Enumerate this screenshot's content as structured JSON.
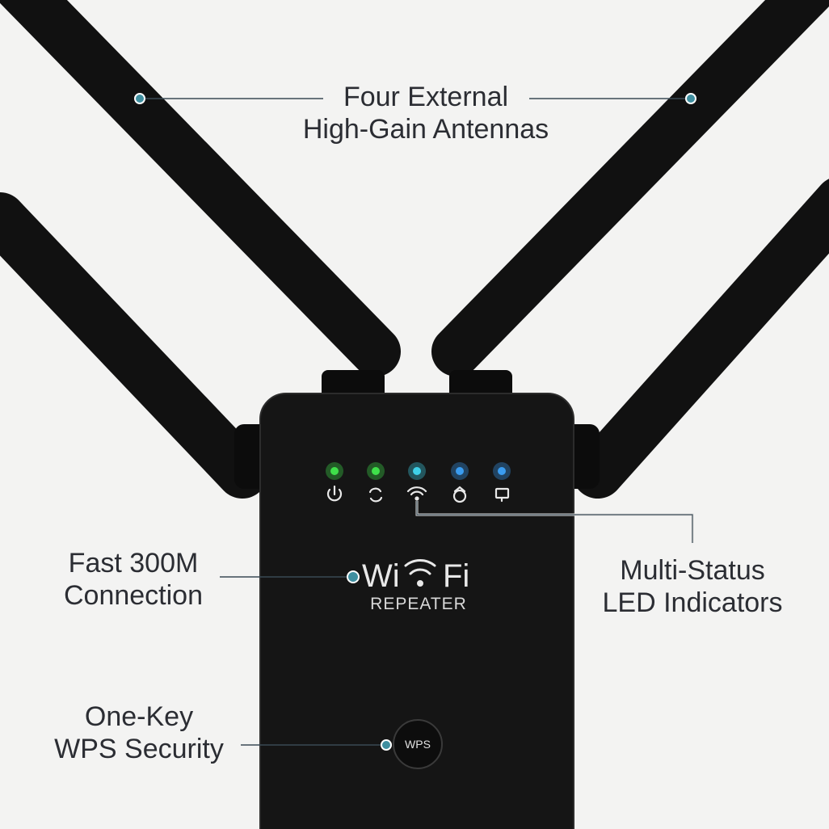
{
  "callouts": {
    "antennas": {
      "line1": "Four External",
      "line2": "High-Gain Antennas"
    },
    "connection": {
      "line1": "Fast 300M",
      "line2": "Connection"
    },
    "leds": {
      "line1": "Multi-Status",
      "line2": "LED Indicators"
    },
    "wps": {
      "line1": "One-Key",
      "line2": "WPS Security"
    }
  },
  "device": {
    "logo_wi": "Wi",
    "logo_fi": "Fi",
    "logo_sub": "REPEATER",
    "wps_button": "WPS",
    "indicators": [
      {
        "icon": "power-icon",
        "color": "#3fe04a"
      },
      {
        "icon": "sync-icon",
        "color": "#3fe04a"
      },
      {
        "icon": "wifi-icon",
        "color": "#3fd0e8"
      },
      {
        "icon": "internet-icon",
        "color": "#3a9cf0"
      },
      {
        "icon": "computer-icon",
        "color": "#3a9cf0"
      }
    ]
  },
  "colors": {
    "callout_line": "#3a4a55",
    "callout_dot": "#3f8fa0",
    "device": "#151515"
  }
}
